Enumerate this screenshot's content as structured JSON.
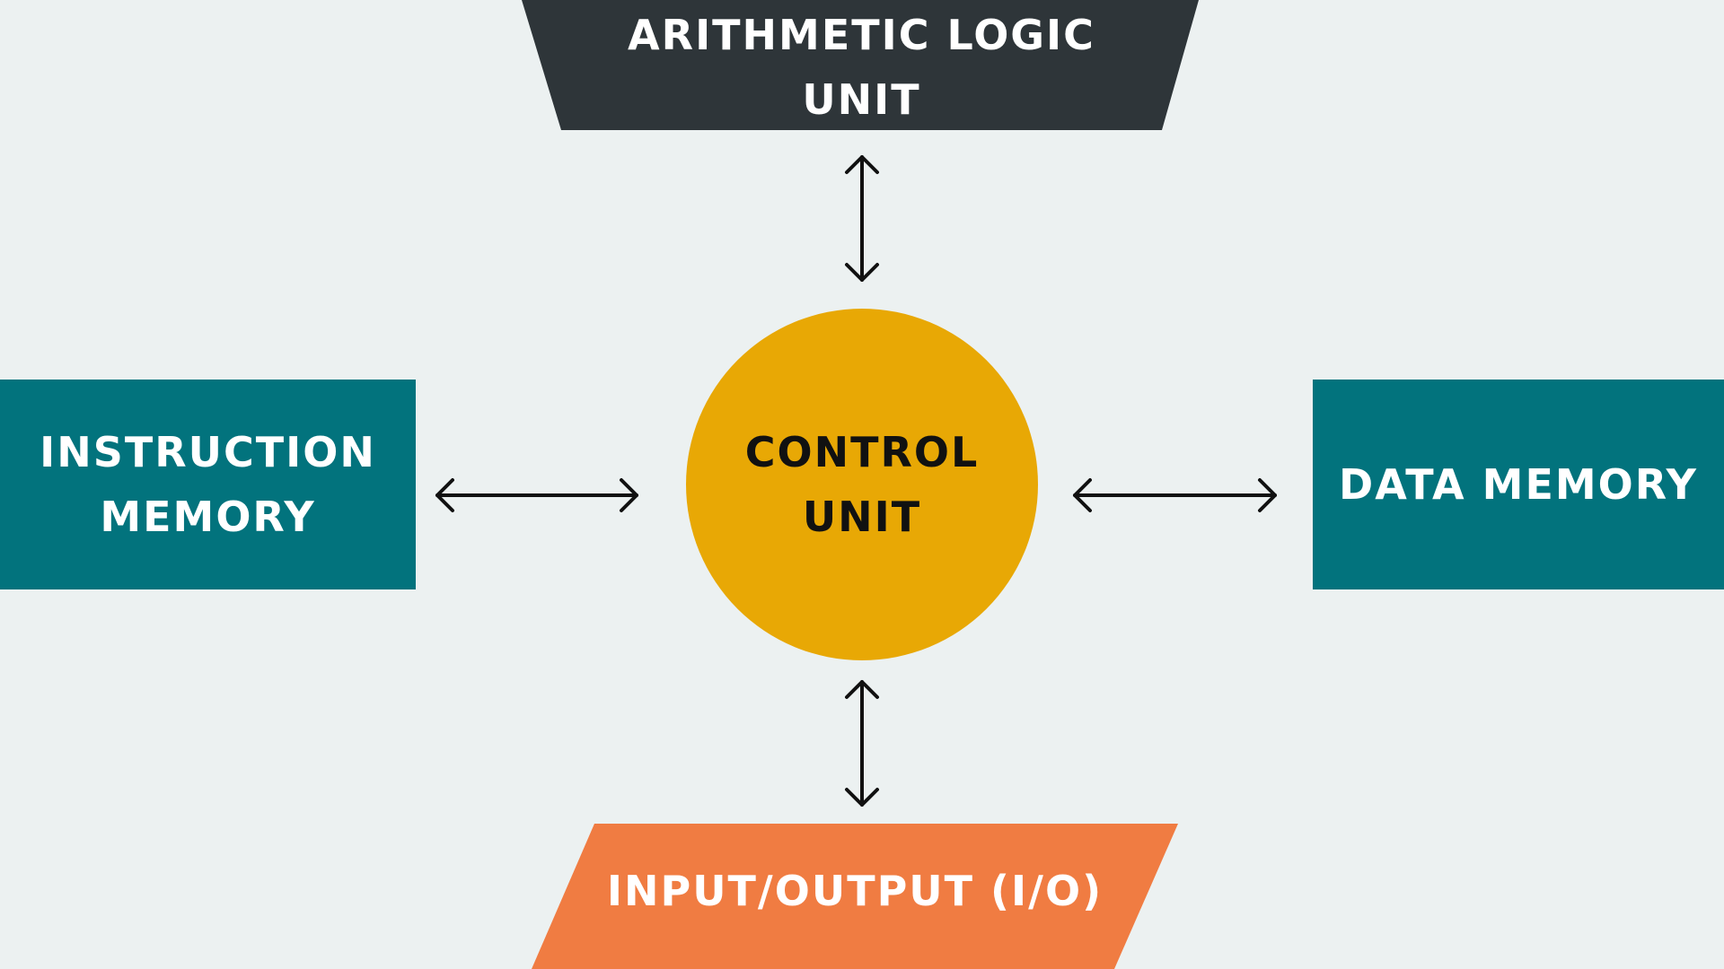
{
  "diagram": {
    "colors": {
      "background": "#ecf1f1",
      "alu": "#2e3539",
      "memory": "#02737d",
      "control": "#e8a805",
      "io": "#f07c42",
      "arrow": "#111111"
    },
    "nodes": {
      "alu": {
        "label": "ARITHMETIC LOGIC UNIT"
      },
      "instruction_memory": {
        "line1": "INSTRUCTION",
        "line2": "MEMORY"
      },
      "control_unit": {
        "line1": "CONTROL",
        "line2": "UNIT"
      },
      "data_memory": {
        "label": "DATA MEMORY"
      },
      "io": {
        "label": "INPUT/OUTPUT (I/O)"
      }
    },
    "edges": [
      {
        "from": "control_unit",
        "to": "alu",
        "direction": "bidirectional"
      },
      {
        "from": "control_unit",
        "to": "instruction_memory",
        "direction": "bidirectional"
      },
      {
        "from": "control_unit",
        "to": "data_memory",
        "direction": "bidirectional"
      },
      {
        "from": "control_unit",
        "to": "io",
        "direction": "bidirectional"
      }
    ]
  }
}
